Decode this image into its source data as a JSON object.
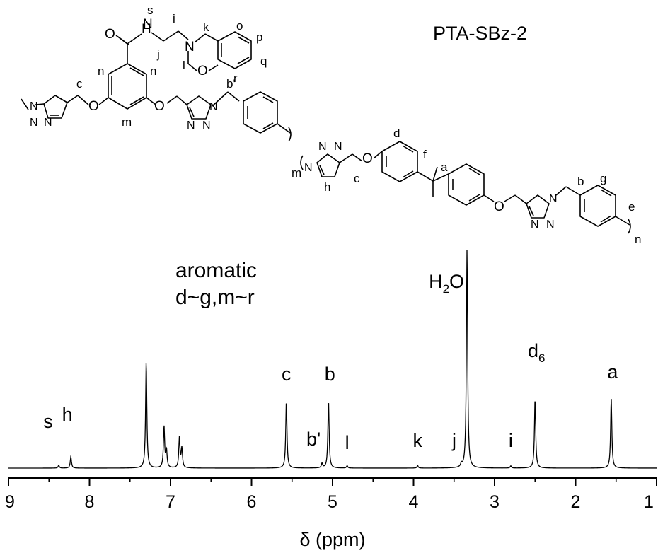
{
  "sample_label": "PTA-SBz-2",
  "annotation_lines": [
    "aromatic",
    "d~g,m~r"
  ],
  "structure_labels": {
    "O_amide": "O",
    "NH": "H",
    "N_amide": "N",
    "s": "s",
    "i": "i",
    "j": "j",
    "k": "k",
    "N_ox": "N",
    "l": "l",
    "O_ox": "O",
    "o": "o",
    "p": "p",
    "q": "q",
    "r": "r",
    "n1": "n",
    "n2": "n",
    "m": "m",
    "c": "c",
    "O1": "O",
    "O2": "O",
    "trz1_N1": "N",
    "trz1_N2": "N",
    "trz1_N3": "N",
    "trz2_N1": "N",
    "trz2_N2": "N",
    "trz2_N3": "N",
    "b_prime": "b'",
    "rep_m": "m",
    "trz3_N1": "N",
    "trz3_N2": "N",
    "trz3_N3": "N",
    "h": "h",
    "c2": "c",
    "O3": "O",
    "d": "d",
    "f": "f",
    "a": "a",
    "O4": "O",
    "trz4_N1": "N",
    "trz4_N2": "N",
    "trz4_N3": "N",
    "b": "b",
    "g": "g",
    "e": "e",
    "rep_n": "n"
  },
  "chart_data": {
    "type": "line",
    "title": "",
    "xlabel": "δ (ppm)",
    "ylabel": "",
    "xlim": [
      9,
      1
    ],
    "x_reversed": true,
    "ylim": [
      0,
      1
    ],
    "x_ticks": [
      9,
      8,
      7,
      6,
      5,
      4,
      3,
      2,
      1
    ],
    "grid": false,
    "legend": "none",
    "line_color": "#000000",
    "peaks": [
      {
        "shift": 8.38,
        "height": 0.013,
        "label": "s"
      },
      {
        "shift": 8.23,
        "height": 0.052,
        "label": "h"
      },
      {
        "shift": 7.3,
        "height": 0.49,
        "label": ""
      },
      {
        "shift": 7.08,
        "height": 0.19,
        "label": ""
      },
      {
        "shift": 7.05,
        "height": 0.08,
        "label": ""
      },
      {
        "shift": 6.89,
        "height": 0.14,
        "label": ""
      },
      {
        "shift": 6.86,
        "height": 0.09,
        "label": ""
      },
      {
        "shift": 5.57,
        "height": 0.31,
        "label": "c"
      },
      {
        "shift": 5.13,
        "height": 0.021,
        "label": "b'"
      },
      {
        "shift": 5.05,
        "height": 0.31,
        "label": "b"
      },
      {
        "shift": 4.82,
        "height": 0.011,
        "label": "l"
      },
      {
        "shift": 3.95,
        "height": 0.012,
        "label": "k"
      },
      {
        "shift": 3.41,
        "height": 0.015,
        "label": "j"
      },
      {
        "shift": 3.34,
        "height": 1.0,
        "label": "H2O"
      },
      {
        "shift": 2.8,
        "height": 0.01,
        "label": "i"
      },
      {
        "shift": 2.5,
        "height": 0.32,
        "label": "d6"
      },
      {
        "shift": 1.56,
        "height": 0.32,
        "label": "a"
      }
    ]
  }
}
